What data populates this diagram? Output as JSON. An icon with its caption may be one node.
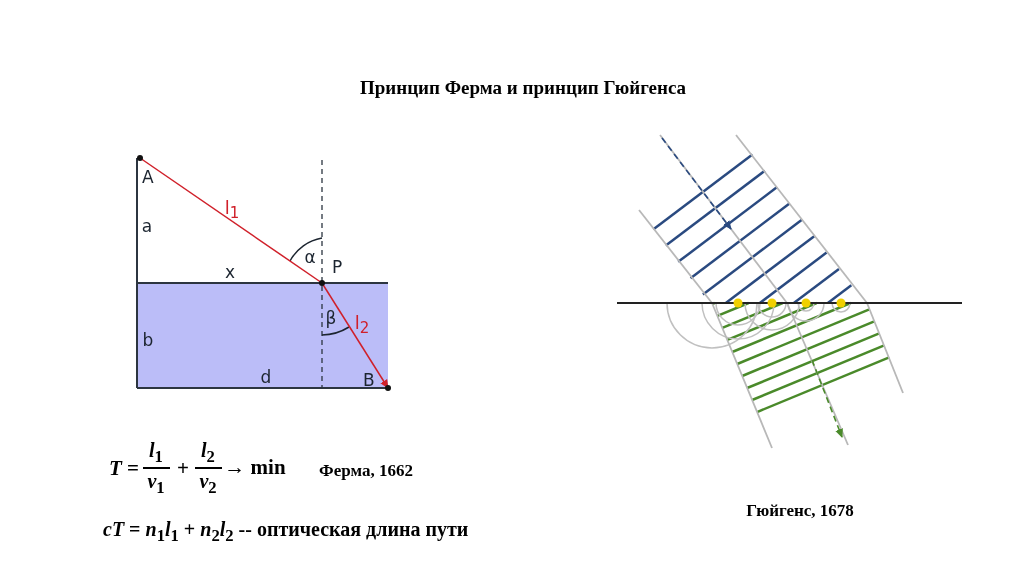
{
  "diagram": {
    "title": "Принцип Ферма и принцип Гюйгенса",
    "nodes": [
      {
        "text": [
          "A"
        ]
      },
      {
        "text": [
          "P"
        ]
      },
      {
        "text": [
          "B"
        ]
      }
    ],
    "edges": [
      {
        "from": 0,
        "to": 1,
        "arrow": "none",
        "label": "l$_{1}$"
      },
      {
        "from": 1,
        "to": 2,
        "arrow": "to",
        "label": "l$_{2}$"
      }
    ],
    "labels": [
      "a",
      "α",
      "x",
      "β",
      "b",
      "d",
      "*T* =",
      "*l*$_{1}$",
      "*v*$_{1}$",
      "+",
      "*l*$_{2}$",
      "*v*$_{2}$",
      "→ min",
      "Ферма, 1662",
      "*cT* = *n*$_{1}$*l*$_{1}$ + *n*$_{2}$*l*$_{2}$ -- оптическая длина пути",
      "Гюйгенс, 1678"
    ]
  }
}
